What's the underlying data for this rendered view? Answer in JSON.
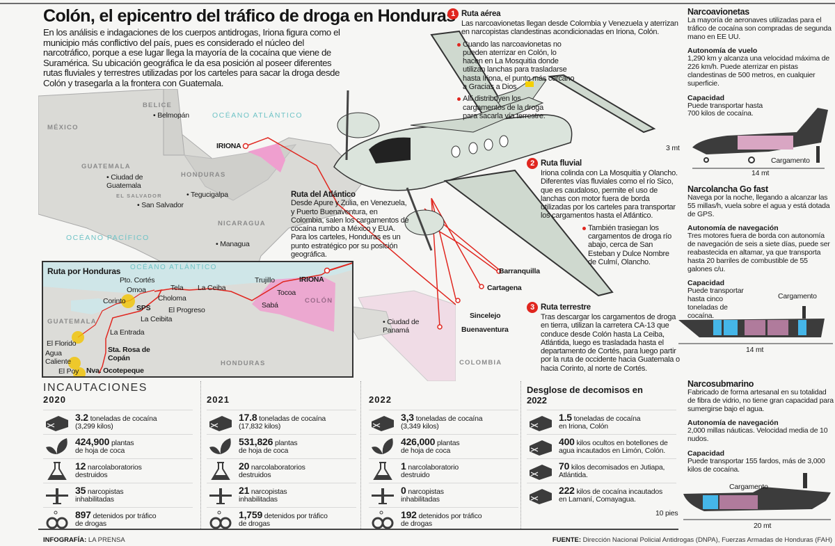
{
  "header": {
    "title": "Colón, el epicentro del tráfico de droga en Honduras",
    "intro": "En los análisis e indagaciones de los cuerpos antidrogas, Iriona figura como el municipio más conflictivo del país, pues es considerado el núcleo del narcotráfico, porque a ese lugar llega la mayoría de la cocaína que viene de Suramérica. Su ubicación geográfica le da esa posición al poseer diferentes rutas fluviales y terrestres utilizadas por los carteles para sacar la droga desde Colón y trasegarla a la frontera con Guatemala."
  },
  "map": {
    "countries": [
      "BELICE",
      "MÉXICO",
      "GUATEMALA",
      "HONDURAS",
      "EL SALVADOR",
      "NICARAGUA",
      "COLOMBIA"
    ],
    "seas": [
      "OCÉANO ATLÁNTICO",
      "OCÉANO PACÍFICO"
    ],
    "cities": [
      "Belmopán",
      "Ciudad de Guatemala",
      "Tegucigalpa",
      "San Salvador",
      "Managua",
      "Ciudad de Panamá",
      "IRIONA"
    ],
    "destinations": [
      "Barranquilla",
      "Cartagena",
      "Sincelejo",
      "Buenaventura"
    ],
    "route_color": "#e0261f",
    "colon_color": "#ef9fcf"
  },
  "atlantico": {
    "title": "Ruta del Atlántico",
    "text": "Desde Apure y Zulia, en Venezuela, y Puerto Buenaventura, en Colombia, salen los cargamentos de cocaína rumbo a México y EUA. Para los carteles, Honduras es un punto estratégico por su posición geográfica."
  },
  "routes": [
    {
      "num": "1",
      "title": "Ruta aérea",
      "text": "Las narcoavionetas llegan desde Colombia y Venezuela y aterrizan en narcopistas clandestinas acondicionadas en Iriona, Colón.",
      "bullets": [
        "Cuando las narcoavionetas no pueden aterrizar en Colón, lo hacen en La Mosquitia donde utilizan lanchas para trasladarse hasta Iriona, el punto más cercano a Gracias a Dios.",
        "Allí distribuyen los cargamentos de la droga para sacarla vía terrestre."
      ]
    },
    {
      "num": "2",
      "title": "Ruta fluvial",
      "text": "Iriona colinda con La Mosquitia y Olancho. Diferentes vías fluviales como el río Sico, que es caudaloso, permite el uso de lanchas con motor fuera de borda utilizadas por los carteles para transportar los cargamentos hasta el Atlántico.",
      "bullets": [
        "También trasiegan los cargamentos de droga río abajo, cerca de San Esteban y Dulce Nombre de Culmí, Olancho."
      ]
    },
    {
      "num": "3",
      "title": "Ruta terrestre",
      "text": "Tras descargar los cargamentos de droga en tierra, utilizan la carretera CA-13 que conduce desde Colón hasta La Ceiba, Atlántida, luego es trasladada hasta el departamento de Cortés, para luego partir por la ruta de occidente hacia Guatemala o hacia Corinto, al norte de Cortés.",
      "bullets": []
    }
  ],
  "inset": {
    "title": "Ruta por Honduras",
    "sea": "OCÉANO ATLÁNTICO",
    "regions": [
      "GUATEMALA",
      "HONDURAS",
      "COLÓN"
    ],
    "places": [
      "Pto. Cortés",
      "Omoa",
      "Corinto",
      "SPS",
      "Choloma",
      "El Progreso",
      "La Ceibita",
      "Tela",
      "La Ceiba",
      "Trujillo",
      "IRIONA",
      "Tocoa",
      "Sabá",
      "La Entrada",
      "El Florido",
      "Sta. Rosa de Copán",
      "Agua Caliente",
      "El Poy",
      "Nva. Ocotepeque"
    ]
  },
  "sidebar": {
    "narcoavioneta": {
      "title": "Narcoavionetas",
      "text": "La mayoría de aeronaves utilizadas para el tráfico de cocaína son compradas de segunda mano en EE UU.",
      "h1": "Autonomía de vuelo",
      "t1": "1,290 km y alcanza una velocidad máxima de 226 km/h. Puede aterrizar en pistas clandestinas de 500 metros, en cualquier superficie.",
      "h2": "Capacidad",
      "t2": "Puede transportar hasta 700 kilos de cocaína.",
      "cargo": "Cargamento",
      "height": "3 mt",
      "length": "14 mt"
    },
    "narcolancha": {
      "title": "Narcolancha Go fast",
      "text": "Navega por la noche, llegando a alcanzar las 55 millas/h, vuela sobre el agua y está dotada de GPS.",
      "h1": "Autonomía de navegación",
      "t1": "Tres motores fuera de borda con autonomía de navegación de seis a siete días, puede ser reabastecida en altamar, ya que transporta hasta 20 barriles de combustible de 55 galones c/u.",
      "h2": "Capacidad",
      "t2": "Puede transportar hasta cinco toneladas de cocaína.",
      "cargo": "Cargamento",
      "length": "14 mt"
    },
    "narcosubmarino": {
      "title": "Narcosubmarino",
      "text": "Fabricado de forma artesanal en su totalidad de fibra de vidrio, no tiene gran capacidad para sumergirse bajo el agua.",
      "h1": "Autonomía de navegación",
      "t1": "2,000 millas náuticas. Velocidad media de 10 nudos.",
      "h2": "Capacidad",
      "t2": "Puede transportar 155 fardos, más de 3,000 kilos de cocaína.",
      "cargo": "Cargamento",
      "height": "10 pies",
      "length": "20 mt"
    }
  },
  "incautaciones": {
    "title": "INCAUTACIONES",
    "columns": [
      {
        "year": "2020",
        "items": [
          {
            "icon": "cocaine-brick-icon",
            "value": "3.2",
            "text": "toneladas de cocaína",
            "sub": "(3,299 kilos)"
          },
          {
            "icon": "coca-leaf-icon",
            "value": "424,900",
            "text": "plantas",
            "sub": "de hoja de coca"
          },
          {
            "icon": "flask-icon",
            "value": "12",
            "text": "narcolaboratorios",
            "sub": "destruidos"
          },
          {
            "icon": "plane-icon",
            "value": "35",
            "text": "narcopistas",
            "sub": "inhabilitadas"
          },
          {
            "icon": "handcuffs-icon",
            "value": "897",
            "text": "detenidos por tráfico",
            "sub": "de drogas"
          }
        ]
      },
      {
        "year": "2021",
        "items": [
          {
            "icon": "cocaine-brick-icon",
            "value": "17.8",
            "text": "toneladas de cocaína",
            "sub": "(17,832 kilos)"
          },
          {
            "icon": "coca-leaf-icon",
            "value": "531,826",
            "text": "plantas",
            "sub": "de hoja de coca"
          },
          {
            "icon": "flask-icon",
            "value": "20",
            "text": "narcolaboratorios",
            "sub": "destruidos"
          },
          {
            "icon": "plane-icon",
            "value": "21",
            "text": "narcopistas",
            "sub": "inhabilitadas"
          },
          {
            "icon": "handcuffs-icon",
            "value": "1,759",
            "text": "detenidos por tráfico",
            "sub": "de drogas"
          }
        ]
      },
      {
        "year": "2022",
        "items": [
          {
            "icon": "cocaine-brick-icon",
            "value": "3,3",
            "text": "toneladas de cocaína",
            "sub": "(3,349 kilos)"
          },
          {
            "icon": "coca-leaf-icon",
            "value": "426,000",
            "text": "plantas",
            "sub": "de hoja de coca"
          },
          {
            "icon": "flask-icon",
            "value": "1",
            "text": "narcolaboratorio",
            "sub": "destruido"
          },
          {
            "icon": "plane-icon",
            "value": "0",
            "text": "narcopistas",
            "sub": "inhabilitadas"
          },
          {
            "icon": "handcuffs-icon",
            "value": "192",
            "text": "detenidos por tráfico",
            "sub": "de drogas"
          }
        ]
      },
      {
        "year": "Desglose de decomisos en 2022",
        "items": [
          {
            "icon": "cocaine-brick-icon",
            "value": "1.5",
            "text": "toneladas de cocaína",
            "sub": "en Iriona, Colón"
          },
          {
            "icon": "cocaine-brick-icon",
            "value": "400",
            "text": "kilos ocultos en botellones de",
            "sub": "agua incautados en Limón, Colón."
          },
          {
            "icon": "cocaine-brick-icon",
            "value": "70",
            "text": "kilos decomisados en Jutiapa,",
            "sub": "Atlántida."
          },
          {
            "icon": "cocaine-brick-icon",
            "value": "222",
            "text": "kilos de cocaína incautados",
            "sub": "en Lamaní, Comayagua."
          }
        ]
      }
    ]
  },
  "footer": {
    "infografia_label": "INFOGRAFÍA:",
    "infografia_value": "LA PRENSA",
    "fuente_label": "FUENTE:",
    "fuente_value": "Dirección Nacional Policial Antidrogas (DNPA), Fuerzas Armadas de Honduras (FAH)"
  }
}
